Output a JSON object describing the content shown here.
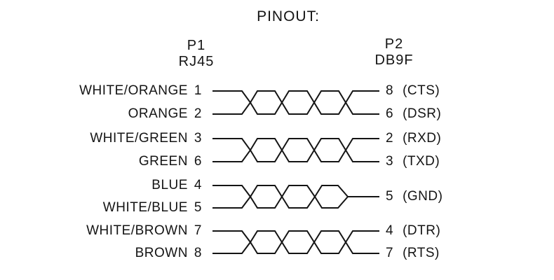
{
  "title": "PINOUT:",
  "connector_left": {
    "name": "P1",
    "type": "RJ45"
  },
  "connector_right": {
    "name": "P2",
    "type": "DB9F"
  },
  "colors": {
    "line": "#141414",
    "text": "#141414",
    "background": "#ffffff"
  },
  "pairs": [
    {
      "twist": "full",
      "left": [
        {
          "color": "WHITE/ORANGE",
          "pin": "1"
        },
        {
          "color": "ORANGE",
          "pin": "2"
        }
      ],
      "right": [
        {
          "pin": "8",
          "signal": "(CTS)"
        },
        {
          "pin": "6",
          "signal": "(DSR)"
        }
      ]
    },
    {
      "twist": "full",
      "left": [
        {
          "color": "WHITE/GREEN",
          "pin": "3"
        },
        {
          "color": "GREEN",
          "pin": "6"
        }
      ],
      "right": [
        {
          "pin": "2",
          "signal": "(RXD)"
        },
        {
          "pin": "3",
          "signal": "(TXD)"
        }
      ]
    },
    {
      "twist": "merged",
      "left": [
        {
          "color": "BLUE",
          "pin": "4"
        },
        {
          "color": "WHITE/BLUE",
          "pin": "5"
        }
      ],
      "right": [
        {
          "pin": "5",
          "signal": "(GND)"
        }
      ]
    },
    {
      "twist": "full",
      "left": [
        {
          "color": "WHITE/BROWN",
          "pin": "7"
        },
        {
          "color": "BROWN",
          "pin": "8"
        }
      ],
      "right": [
        {
          "pin": "4",
          "signal": "(DTR)"
        },
        {
          "pin": "7",
          "signal": "(RTS)"
        }
      ]
    }
  ]
}
